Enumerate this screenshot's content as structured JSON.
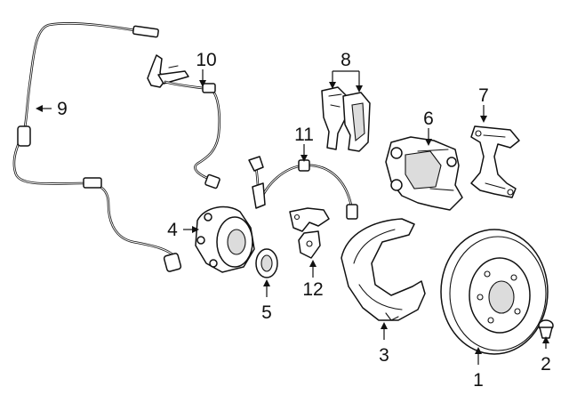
{
  "callouts": {
    "c1": "1",
    "c2": "2",
    "c3": "3",
    "c4": "4",
    "c5": "5",
    "c6": "6",
    "c7": "7",
    "c8": "8",
    "c9": "9",
    "c10": "10",
    "c11": "11",
    "c12": "12"
  },
  "colors": {
    "line": "#111111",
    "background": "#ffffff",
    "shade": "#dcdcdc"
  }
}
